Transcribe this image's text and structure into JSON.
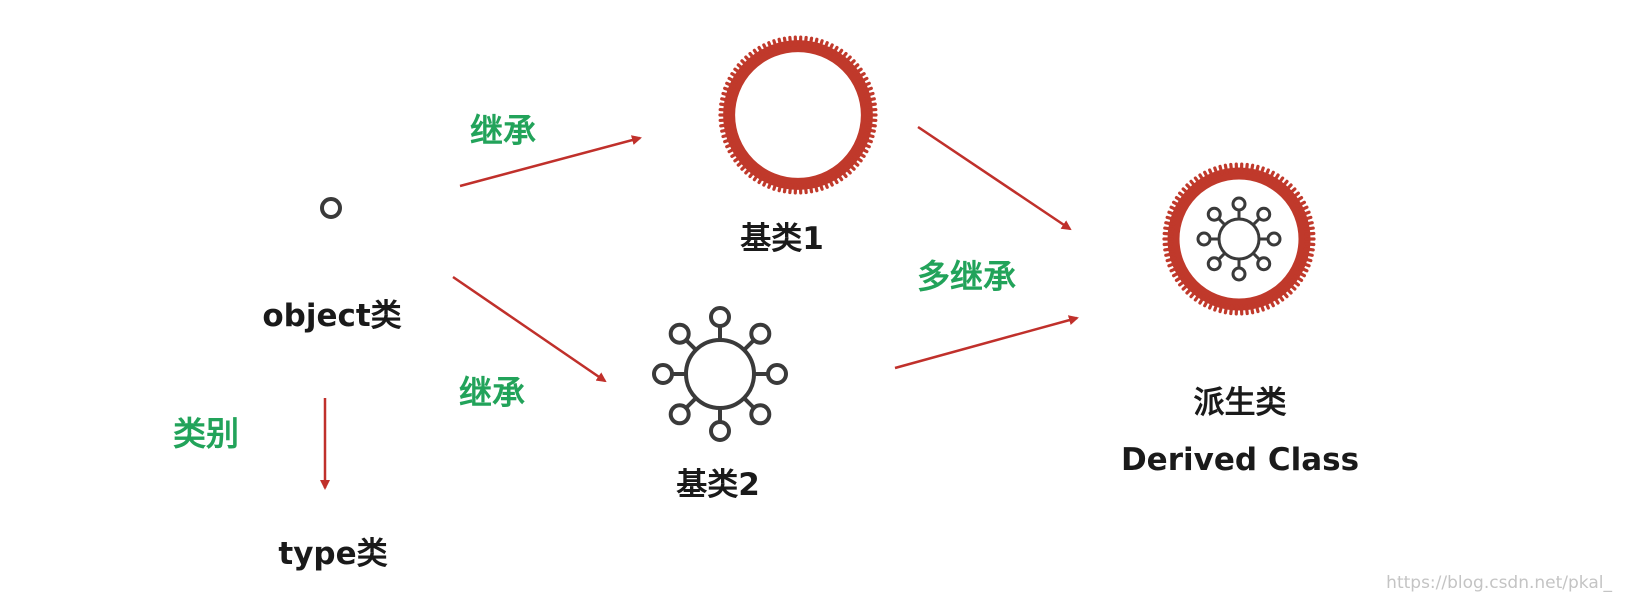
{
  "colors": {
    "arrow": "#c0302b",
    "gear": "#c0392b",
    "green_label": "#22a35a",
    "node_outline": "#3a3a3a",
    "text": "#1a1a1a"
  },
  "nodes": {
    "object": {
      "label": "object类",
      "icon": "small-circle-icon"
    },
    "type": {
      "label": "type类"
    },
    "base1": {
      "label": "基类1",
      "icon": "red-gear-ring-icon"
    },
    "base2": {
      "label": "基类2",
      "icon": "virus-icon"
    },
    "derived": {
      "label_zh": "派生类",
      "label_en": "Derived Class",
      "icon": "gear-with-virus-icon"
    }
  },
  "edges": {
    "object_to_base1": {
      "label": "继承"
    },
    "object_to_base2": {
      "label": "继承"
    },
    "object_to_type": {
      "label": "类别"
    },
    "bases_to_derived": {
      "label": "多继承"
    }
  },
  "watermark": "https://blog.csdn.net/pkal_"
}
